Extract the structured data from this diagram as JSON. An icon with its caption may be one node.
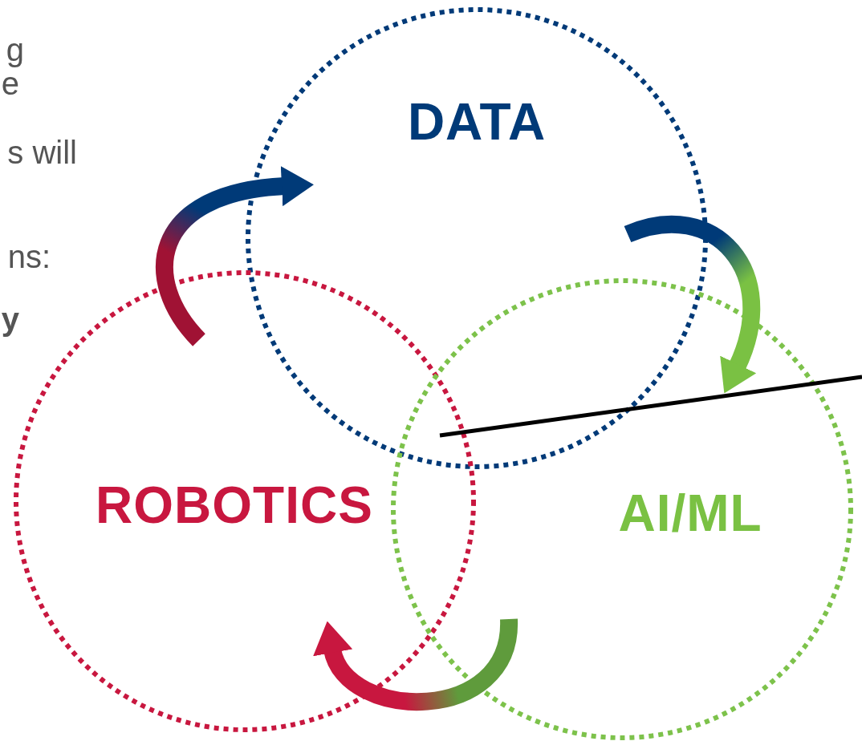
{
  "diagram": {
    "nodes": [
      {
        "text": [
          "DATA"
        ]
      },
      {
        "text": [
          "ROBOTICS"
        ]
      },
      {
        "text": [
          "AI/ML"
        ]
      }
    ],
    "edges": [
      {
        "from": 1,
        "to": 0,
        "arrow": "to"
      },
      {
        "from": 0,
        "to": 2,
        "arrow": "to"
      },
      {
        "from": 2,
        "to": 1,
        "arrow": "to"
      },
      {
        "from": null,
        "to": 0,
        "arrow": "none"
      }
    ],
    "labels": [
      "g",
      "e",
      "s will",
      "ns:",
      "y"
    ]
  }
}
